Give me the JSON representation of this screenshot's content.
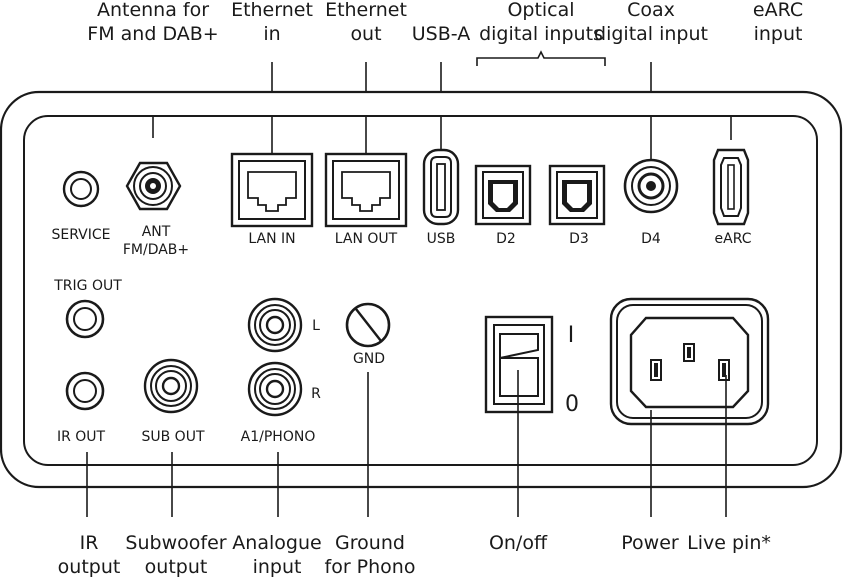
{
  "callouts_top": {
    "antenna": [
      "Antenna for",
      "FM and DAB+"
    ],
    "eth_in": [
      "Ethernet",
      "in"
    ],
    "eth_out": [
      "Ethernet",
      "out"
    ],
    "usba": [
      "USB-A"
    ],
    "optical": [
      "Optical",
      "digital inputs"
    ],
    "coax": [
      "Coax",
      "digital input"
    ],
    "earc": [
      "eARC",
      "input"
    ]
  },
  "callouts_bottom": {
    "ir": [
      "IR",
      "output"
    ],
    "sub": [
      "Subwoofer",
      "output"
    ],
    "analogue": [
      "Analogue",
      "input"
    ],
    "ground": [
      "Ground",
      "for Phono"
    ],
    "onoff": [
      "On/off"
    ],
    "power": [
      "Power"
    ],
    "live": [
      "Live pin*"
    ]
  },
  "panel_labels": {
    "service": "SERVICE",
    "ant": [
      "ANT",
      "FM/DAB+"
    ],
    "lan_in": "LAN IN",
    "lan_out": "LAN OUT",
    "usb": "USB",
    "d2": "D2",
    "d3": "D3",
    "d4": "D4",
    "earc": "eARC",
    "trig_out": "TRIG OUT",
    "ir_out": "IR OUT",
    "sub_out": "SUB OUT",
    "a1_phono": "A1/PHONO",
    "l": "L",
    "r": "R",
    "gnd": "GND",
    "switch_on": "I",
    "switch_off": "0"
  }
}
